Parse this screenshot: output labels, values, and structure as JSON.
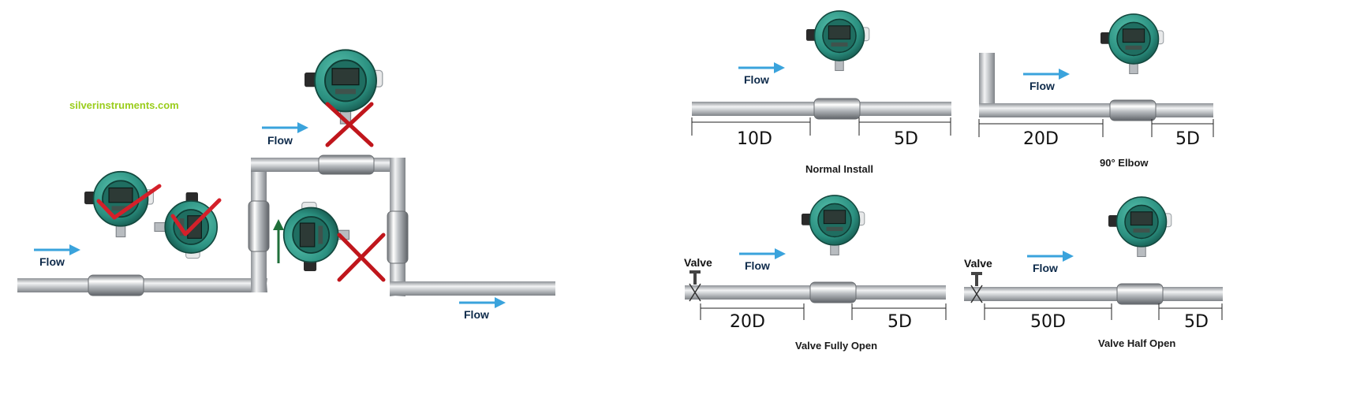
{
  "watermark": "silverinstruments.com",
  "flow_label": "Flow",
  "valve_label": "Valve",
  "captions": {
    "normal": "Normal Install",
    "elbow": "90° Elbow",
    "fully_open": "Valve Fully Open",
    "half_open": "Valve Half Open"
  },
  "dimensions": {
    "normal_up": "10D",
    "normal_down": "5D",
    "elbow_up": "20D",
    "elbow_down": "5D",
    "fully_up": "20D",
    "fully_down": "5D",
    "half_up": "50D",
    "half_down": "5D"
  },
  "colors": {
    "pipe": "#c9ccd0",
    "pipe_edge": "#8e9297",
    "meter_body": "#2f9a87",
    "arrow": "#3aa3dc",
    "cross": "#c0161c",
    "check": "#d4202a",
    "up_arrow": "#1f6f3a"
  },
  "icons": {
    "meter": "flowmeter-icon",
    "correct": "check-icon",
    "wrong": "cross-icon",
    "valve": "valve-icon"
  }
}
